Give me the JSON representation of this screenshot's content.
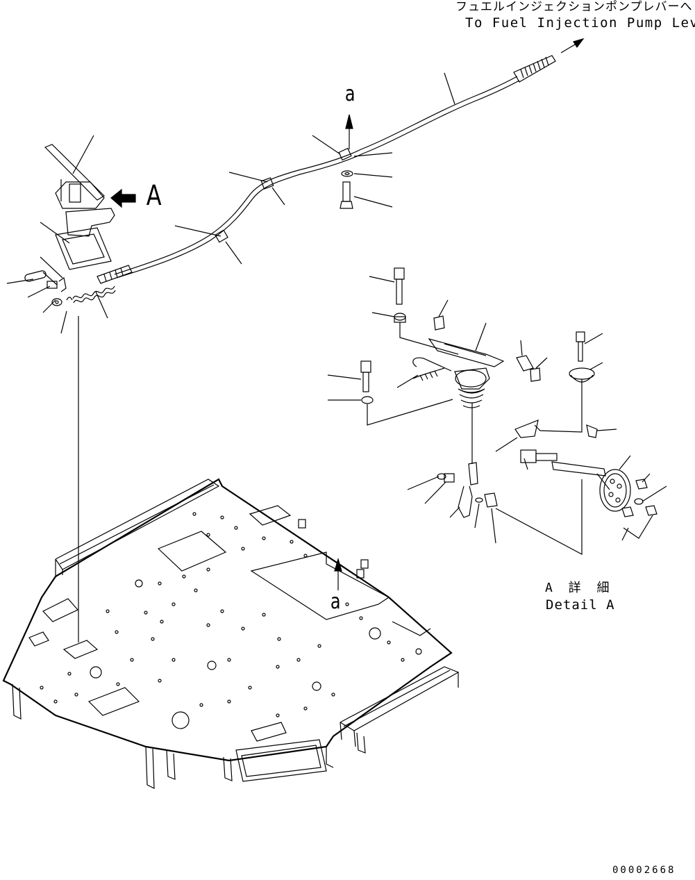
{
  "labels": {
    "to_fuel_pump_jp": "フュエルインジェクションポンプレバーへ",
    "to_fuel_pump_en": "To Fuel Injection Pump Lever",
    "view_marker_A": "A",
    "view_marker_a": "a",
    "detail_jp": "A 詳 細",
    "detail_en": "Detail A",
    "drawing_number": "00002668"
  }
}
